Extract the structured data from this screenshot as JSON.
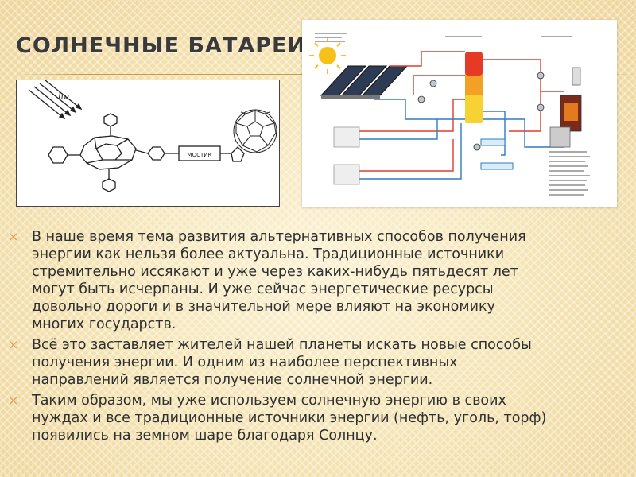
{
  "slide": {
    "title": "СОЛНЕЧНЫЕ БАТАРЕИ",
    "accent_color": "#e0a060",
    "figure_molecule": {
      "label_hv": "hν",
      "label_bridge": "МОСТИК"
    },
    "bullet_icon": "x-bullet-icon",
    "bullets": [
      {
        "lines": [
          "В наше время тема развития альтернативных способов получения",
          "энергии как нельзя более актуальна. Традиционные источники",
          "стремительно иссякают и уже через каких-нибудь пятьдесят лет",
          "могут быть исчерпаны. И уже сейчас энергетические ресурсы",
          "довольно дороги и в значительной мере влияют на экономику",
          "многих государств."
        ]
      },
      {
        "lines": [
          "Всё это заставляет жителей нашей планеты искать новые способы",
          "получения энергии. И одним из наиболее перспективных",
          "направлений является получение солнечной энергии."
        ]
      },
      {
        "lines": [
          "Таким образом, мы уже используем солнечную энергию в своих",
          "нуждах и все традиционные источники энергии (нефть, уголь, торф)",
          "появились на земном шаре благодаря Солнцу."
        ]
      }
    ]
  }
}
